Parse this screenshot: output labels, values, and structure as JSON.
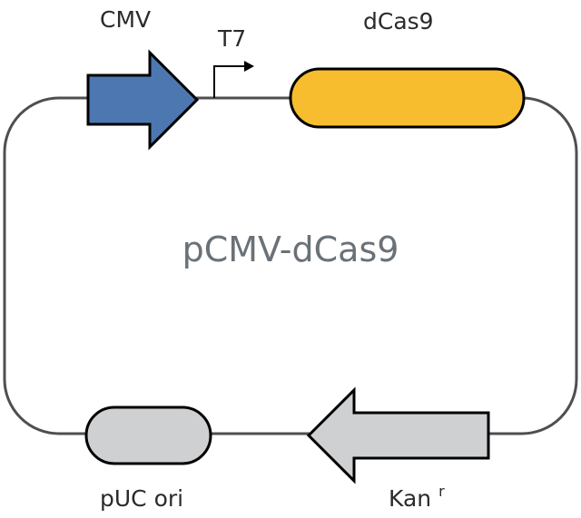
{
  "plasmid": {
    "name": "pCMV-dCas9",
    "backbone_color": "#4d4f52",
    "features": {
      "cmv": {
        "label": "CMV",
        "kind": "promoter",
        "direction": "forward",
        "fill": "#4c77b0",
        "stroke": "#000000"
      },
      "t7": {
        "label": "T7",
        "kind": "promoter-arrow",
        "direction": "forward",
        "stroke": "#000000"
      },
      "dcas9": {
        "label": "dCas9",
        "kind": "gene",
        "fill": "#f7bd2f",
        "stroke": "#000000"
      },
      "kanr": {
        "label": "Kan",
        "superscript": "r",
        "kind": "resistance-gene",
        "direction": "reverse",
        "fill": "#cfd0d2",
        "stroke": "#000000"
      },
      "puc_ori": {
        "label": "pUC ori",
        "kind": "origin",
        "fill": "#cfd0d2",
        "stroke": "#000000"
      }
    }
  }
}
